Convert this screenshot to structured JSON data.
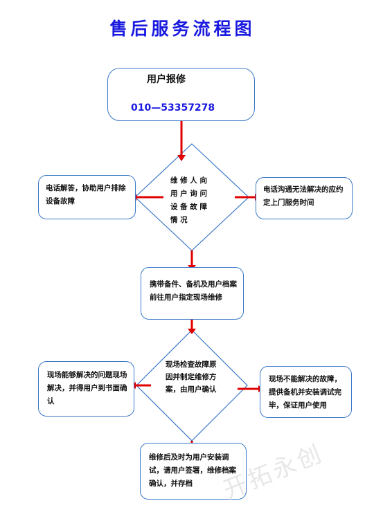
{
  "title": "售后服务流程图",
  "start": {
    "label": "用户报修",
    "phone": "010—53357278"
  },
  "decision1": {
    "lines": [
      "维 修 人 向",
      "用 户 询 问",
      "设 备 故 障",
      "情 况"
    ]
  },
  "left1": "电话解答，协助用户排除设备故障",
  "right1": "电话沟通无法解决的应约定上门服务时间",
  "step2": "携带备件、备机及用户档案前往用户指定现场维修",
  "decision2": "现场检查故障原因并制定维修方案，由用户确认",
  "left2": "现场能够解决的问题现场解决，并得用户到书面确认",
  "right2": "现场不能解决的故障，提供备机并安装调试完毕，保证用户使用",
  "final": "维修后及时为用户安装调试，请用户签署，维修档案确认，并存档",
  "watermark": "开拓永创",
  "colors": {
    "title": "#1a1ae0",
    "phone": "#1a1ae0",
    "arrow": "#e00000",
    "border": "#3a78c8"
  }
}
